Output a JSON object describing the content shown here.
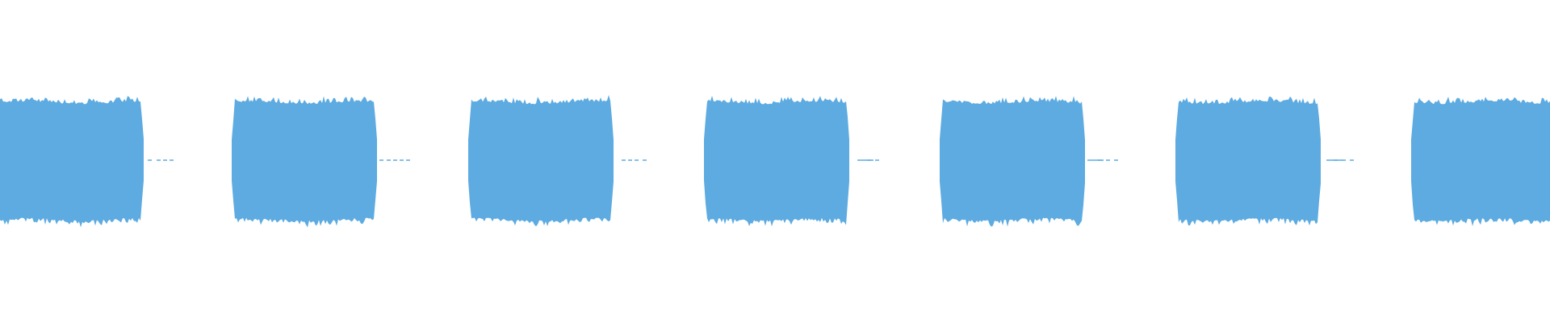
{
  "waveform": {
    "color": "#5dabe1",
    "background": "#ffffff",
    "bursts": [
      {
        "index": 1,
        "clipped_left": true,
        "clipped_right": false
      },
      {
        "index": 2,
        "clipped_left": false,
        "clipped_right": false
      },
      {
        "index": 3,
        "clipped_left": false,
        "clipped_right": false
      },
      {
        "index": 4,
        "clipped_left": false,
        "clipped_right": false
      },
      {
        "index": 5,
        "clipped_left": false,
        "clipped_right": false
      },
      {
        "index": 6,
        "clipped_left": false,
        "clipped_right": false
      },
      {
        "index": 7,
        "clipped_left": false,
        "clipped_right": true
      }
    ],
    "gap_trails": [
      {
        "index": 1
      },
      {
        "index": 2
      },
      {
        "index": 3
      },
      {
        "index": 4
      },
      {
        "index": 5
      },
      {
        "index": 6
      }
    ]
  }
}
